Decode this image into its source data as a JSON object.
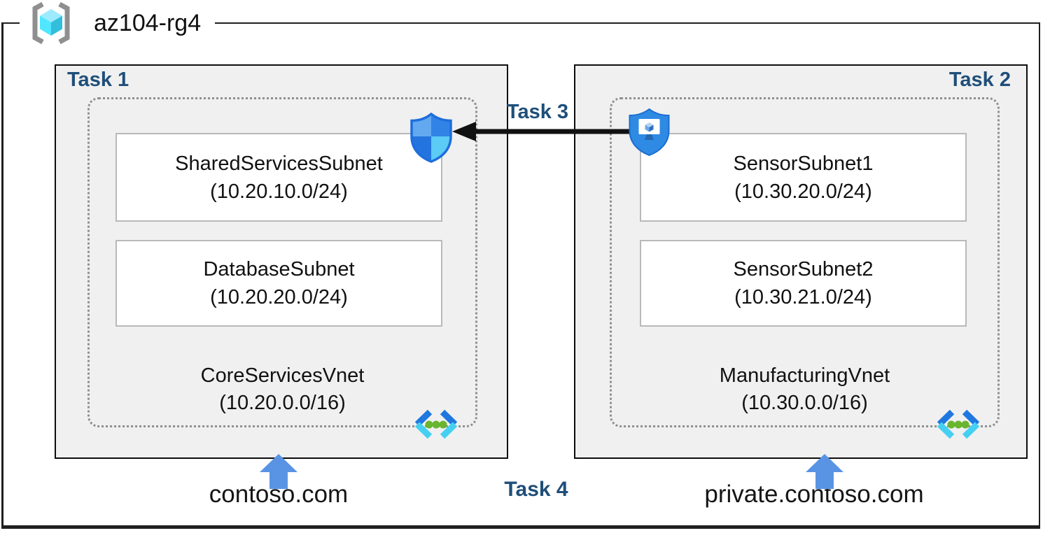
{
  "resource_group": {
    "name": "az104-rg4",
    "icon": "resource-group-icon"
  },
  "vnets": [
    {
      "task_label": "Task 1",
      "name": "CoreServicesVnet",
      "address_space": "(10.20.0.0/16)",
      "dns_zone": "contoso.com",
      "attached_icon": "network-security-group-icon",
      "corner_icon": "virtual-network-icon",
      "subnets": [
        {
          "name": "SharedServicesSubnet",
          "prefix": "(10.20.10.0/24)"
        },
        {
          "name": "DatabaseSubnet",
          "prefix": "(10.20.20.0/24)"
        }
      ]
    },
    {
      "task_label": "Task 2",
      "name": "ManufacturingVnet",
      "address_space": "(10.30.0.0/16)",
      "dns_zone": "private.contoso.com",
      "attached_icon": "application-security-group-icon",
      "corner_icon": "virtual-network-icon",
      "subnets": [
        {
          "name": "SensorSubnet1",
          "prefix": "(10.30.20.0/24)"
        },
        {
          "name": "SensorSubnet2",
          "prefix": "(10.30.21.0/24)"
        }
      ]
    }
  ],
  "connection": {
    "label": "Task 3",
    "from": "application-security-group-icon",
    "to": "network-security-group-icon",
    "direction": "left"
  },
  "dns_task_label": "Task 4",
  "colors": {
    "task_label_navy": "#1f4e79",
    "box_fill": "#f0f0f0",
    "box_border": "#0d0d0d",
    "dotted_border": "#8f8f8f",
    "subnet_border": "#b9b9b9",
    "connector_black": "#111111",
    "up_arrow_blue": "#5994e4",
    "azure_shield_blue": "#2e8ae3",
    "azure_cyan": "#50e6ff",
    "azure_teal": "#32bedd",
    "vnet_dot_green": "#69b52e",
    "bracket_gray": "#8f8f8f"
  }
}
